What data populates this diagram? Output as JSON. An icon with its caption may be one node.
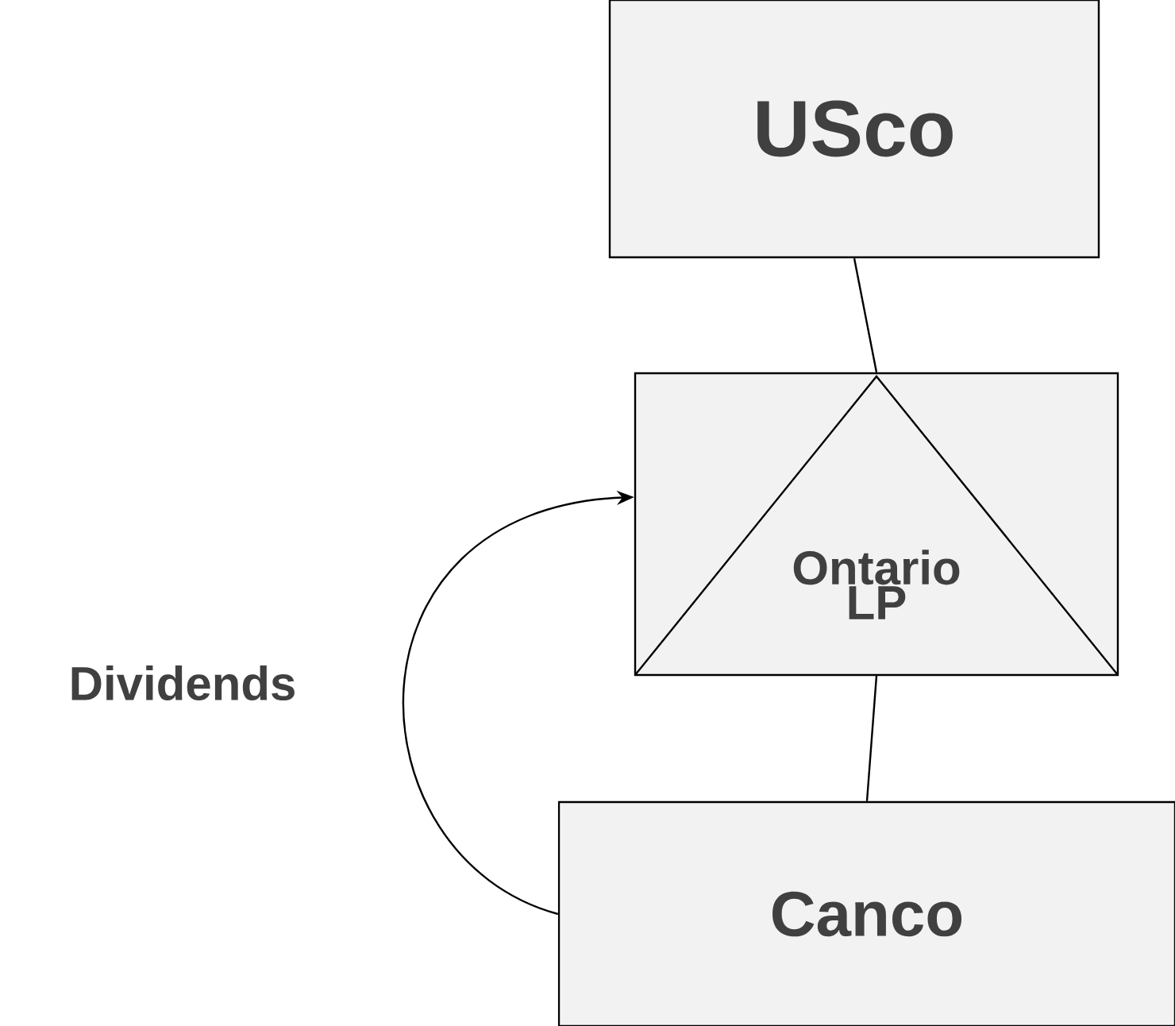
{
  "diagram": {
    "nodes": [
      {
        "text": [
          "USco"
        ]
      },
      {
        "text": [
          "Ontario LP"
        ]
      },
      {
        "text": [
          "Canco"
        ]
      }
    ],
    "edges": [
      {
        "from": 0,
        "to": 1,
        "arrow": "none"
      },
      {
        "from": 1,
        "to": 2,
        "arrow": "none"
      },
      {
        "from": 2,
        "to": 1,
        "arrow": "to",
        "label": "Dividends"
      }
    ]
  }
}
